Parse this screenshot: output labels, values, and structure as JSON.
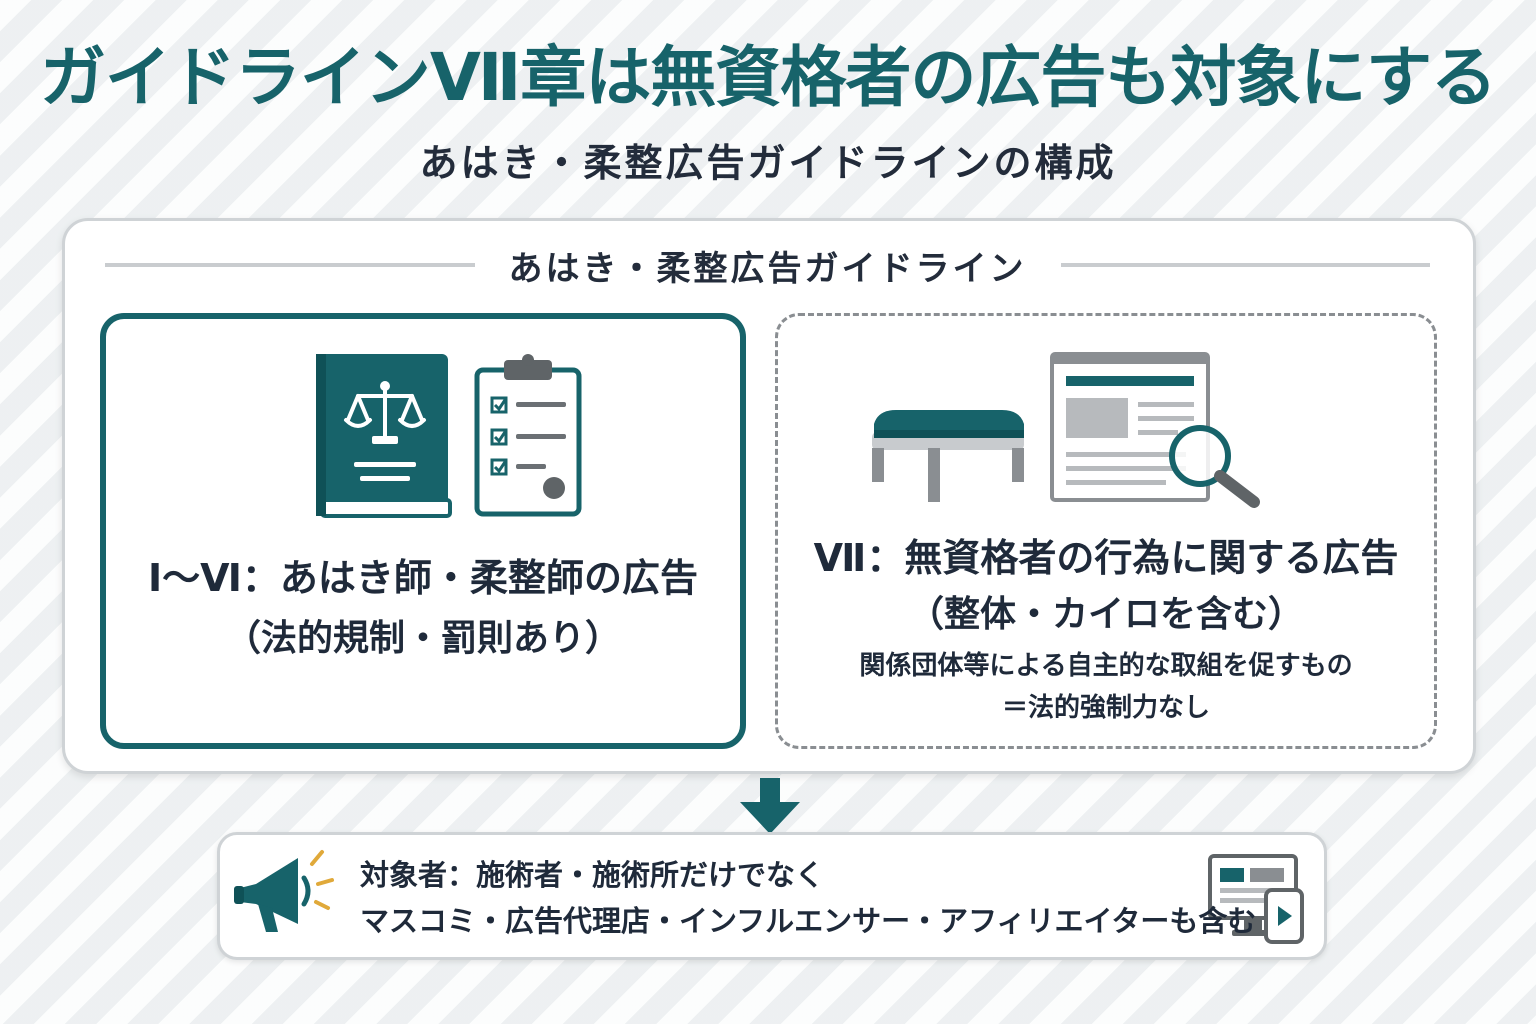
{
  "title": "ガイドラインⅦ章は無資格者の広告も対象にする",
  "subtitle": "あはき・柔整広告ガイドラインの構成",
  "guideline_box": {
    "heading": "あはき・柔整広告ガイドライン",
    "left_panel": {
      "label": "Ⅰ～Ⅵ：あはき師・柔整師の広告",
      "note": "（法的規制・罰則あり）",
      "icons": [
        "law-book-icon",
        "clipboard-checklist-icon"
      ]
    },
    "right_panel": {
      "label": "Ⅶ：無資格者の行為に関する広告",
      "note": "（整体・カイロを含む）",
      "detail_1": "関係団体等による自主的な取組を促すもの",
      "detail_2": "＝法的強制力なし",
      "icons": [
        "treatment-bed-icon",
        "web-ad-magnifier-icon"
      ]
    }
  },
  "target_box": {
    "line_1": "対象者：施術者・施術所だけでなく",
    "line_2": "マスコミ・広告代理店・インフルエンサー・アフィリエイターも含む",
    "icons": [
      "megaphone-icon",
      "monitor-phone-icon"
    ]
  },
  "colors": {
    "teal": "#17636a",
    "dark_text": "#232c3b",
    "gray": "#8a8e92",
    "accent_yellow": "#e0a93a"
  }
}
